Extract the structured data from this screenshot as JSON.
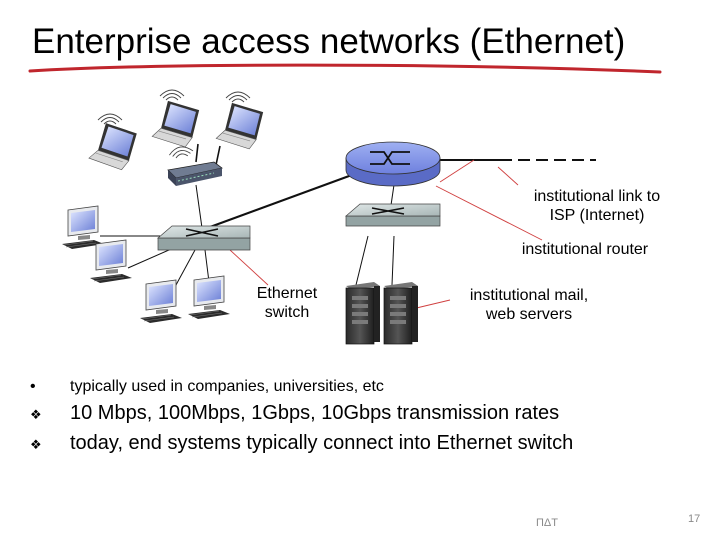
{
  "slide": {
    "title": "Enterprise access networks (Ethernet)",
    "footer_mid": "ПΔТ",
    "page_number": "17"
  },
  "labels": {
    "isp_link": "institutional link to\nISP (Internet)",
    "router": "institutional router",
    "switch": "Ethernet\nswitch",
    "servers": "institutional mail,\nweb servers"
  },
  "bullets": [
    {
      "marker": "•",
      "text": "typically used in companies, universities, etc"
    },
    {
      "marker": "❖",
      "text": "10 Mbps, 100Mbps, 1Gbps, 10Gbps transmission rates"
    },
    {
      "marker": "❖",
      "text": "today, end systems typically connect into Ethernet switch"
    }
  ],
  "colors": {
    "title_underline": "#c0262d",
    "callout": "#d04040",
    "router_fill": "#7f90e6",
    "switch_fill": "#bcc9c9"
  }
}
